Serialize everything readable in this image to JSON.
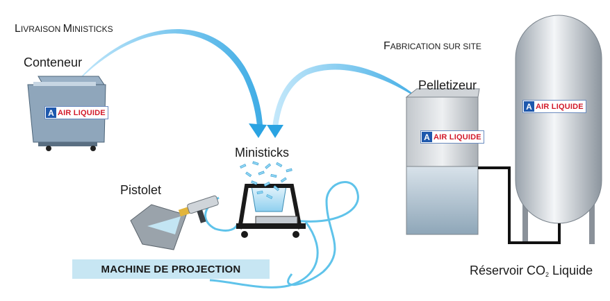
{
  "labels": {
    "livraison_first": "L",
    "livraison_rest": "IVRAISON ",
    "ministicks_first": "M",
    "ministicks_rest": "INISTICKS",
    "fabrication_first": "F",
    "fabrication_rest": "ABRICATION SUR SITE",
    "conteneur": "Conteneur",
    "pelletizeur": "Pelletizeur",
    "ministicks": "Ministicks",
    "pistolet": "Pistolet",
    "reservoir_pre": "Réservoir CO",
    "reservoir_sub": "2",
    "reservoir_post": " Liquide",
    "machine": "MACHINE DE PROJECTION"
  },
  "brand": {
    "logo_glyph": "A",
    "name": "AIR LIQUIDE"
  },
  "colors": {
    "arrow_blue": "#42b0e8",
    "hose_blue": "#5fc3ea",
    "brand_red": "#d21a2a",
    "brand_blue": "#1e58ad",
    "banner_bg": "#c7e6f3"
  }
}
